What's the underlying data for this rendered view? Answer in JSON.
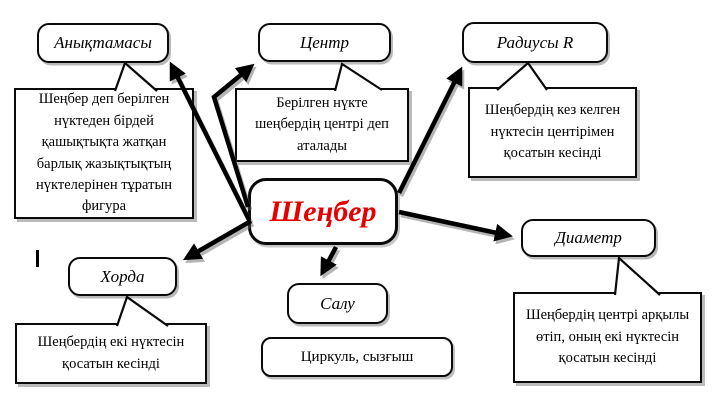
{
  "diagram": {
    "title": "Шеңбер",
    "title_color": "#e60000",
    "nodes": {
      "definition": {
        "label": "Анықтамасы",
        "note": "Шеңбер деп берілген нүктеден бірдей қашықтықта жатқан барлық жазықтықтың нүктелерінен тұратын фигура"
      },
      "center": {
        "label": "Центр",
        "note": "Берілген нүкте шеңбердің центрі деп аталады"
      },
      "radius": {
        "label": "Радиусы R",
        "note": "Шеңбердің кез келген нүктесін центірімен қосатын кесінді"
      },
      "chord": {
        "label": "Хорда",
        "note": "Шеңбердің екі нүктесін қосатын кесінді"
      },
      "construction": {
        "label": "Салу",
        "note": "Циркуль, сызғыш"
      },
      "diameter": {
        "label": "Диаметр",
        "note": "Шеңбердің центрі арқылы өтіп, оның екі нүктесін қосатын кесінді"
      }
    },
    "edges": [
      {
        "from": "Шеңбер",
        "to": "Анықтамасы"
      },
      {
        "from": "Шеңбер",
        "to": "Центр"
      },
      {
        "from": "Шеңбер",
        "to": "Радиусы R"
      },
      {
        "from": "Шеңбер",
        "to": "Хорда"
      },
      {
        "from": "Шеңбер",
        "to": "Салу"
      },
      {
        "from": "Шеңбер",
        "to": "Диаметр"
      }
    ]
  }
}
